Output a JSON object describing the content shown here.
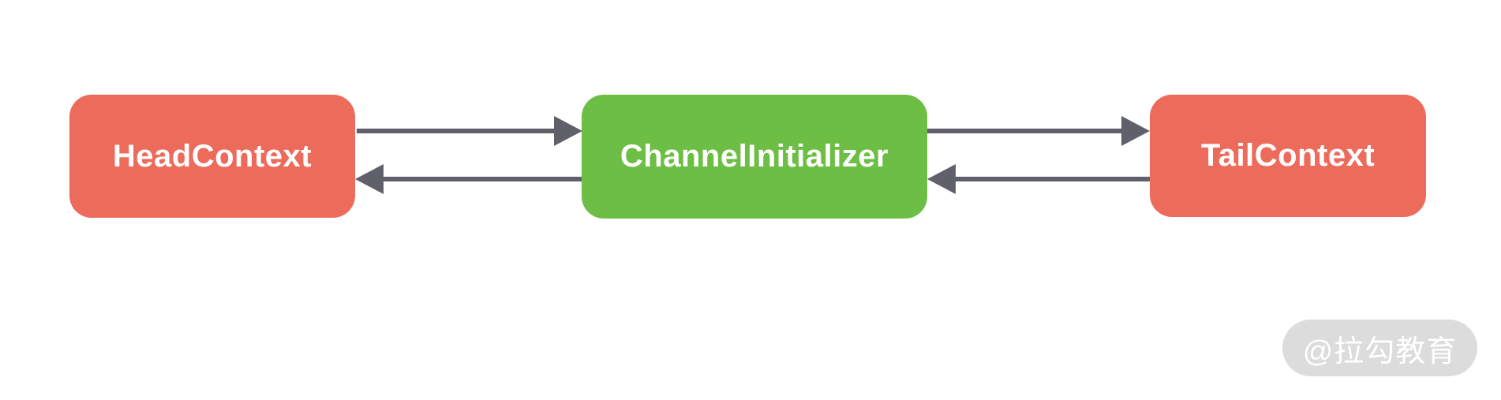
{
  "diagram": {
    "type": "flow",
    "background": "#FFFFFF",
    "arrow_color": "#60606A",
    "nodes": [
      {
        "id": "head",
        "label": "HeadContext",
        "color": "#EC6B5B",
        "text_color": "#FFFFFF"
      },
      {
        "id": "channel",
        "label": "ChannelInitializer",
        "color": "#6DBE45",
        "text_color": "#FFFFFF"
      },
      {
        "id": "tail",
        "label": "TailContext",
        "color": "#EC6B5B",
        "text_color": "#FFFFFF"
      }
    ],
    "edges": [
      {
        "from": "HeadContext",
        "to": "ChannelInitializer",
        "direction": "right",
        "position": "top"
      },
      {
        "from": "ChannelInitializer",
        "to": "HeadContext",
        "direction": "left",
        "position": "bottom"
      },
      {
        "from": "ChannelInitializer",
        "to": "TailContext",
        "direction": "right",
        "position": "top"
      },
      {
        "from": "TailContext",
        "to": "ChannelInitializer",
        "direction": "left",
        "position": "bottom"
      }
    ]
  },
  "watermark": {
    "label": "@拉勾教育",
    "bg_color": "#DCDCDC",
    "text_color": "#FFFFFF"
  }
}
